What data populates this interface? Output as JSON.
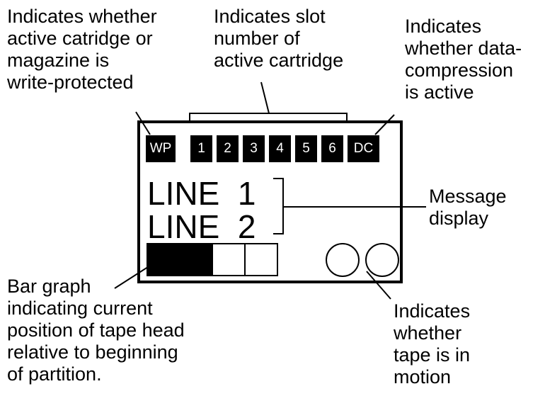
{
  "callouts": {
    "write_protect": [
      "Indicates whether",
      "active catridge or",
      "magazine is",
      "write-protected"
    ],
    "slot_number": [
      "Indicates slot",
      "number of",
      "active cartridge"
    ],
    "data_compression": [
      "Indicates",
      "whether data-",
      "compression",
      "is active"
    ],
    "message_display": [
      "Message",
      "display"
    ],
    "bar_graph": [
      "Bar graph",
      "indicating current",
      "position of tape head",
      "relative to beginning",
      "of partition."
    ],
    "tape_motion": [
      "Indicates",
      "whether",
      "tape is in",
      "motion"
    ]
  },
  "panel": {
    "wp_label": "WP",
    "slots": [
      "1",
      "2",
      "3",
      "4",
      "5",
      "6"
    ],
    "dc_label": "DC",
    "message_lines": [
      "LINE  1",
      "LINE  2"
    ],
    "bar_graph": {
      "segments": 4,
      "filled_segments": 2
    }
  }
}
